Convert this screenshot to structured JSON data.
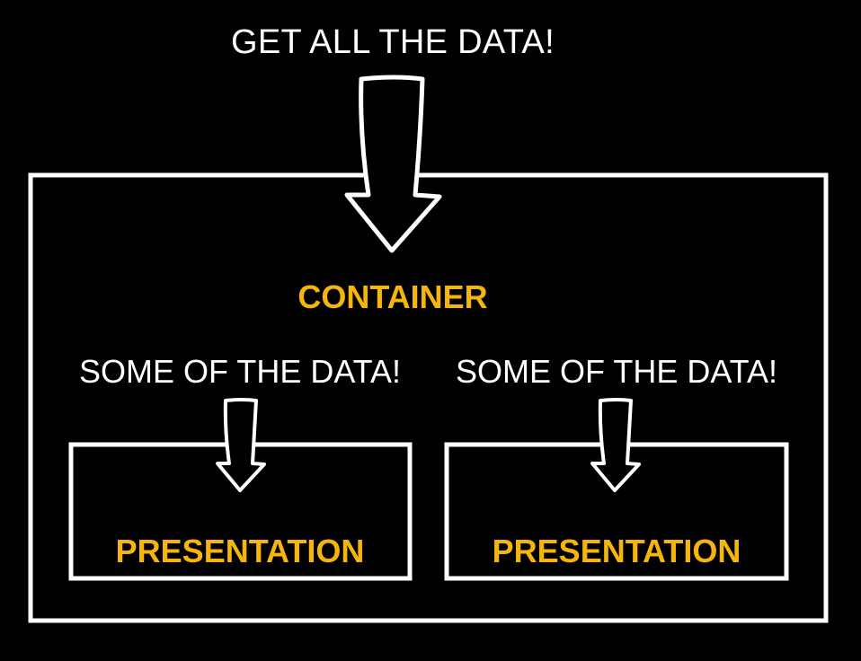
{
  "top_text": "GET ALL THE DATA!",
  "container": {
    "title": "CONTAINER"
  },
  "children": [
    {
      "data_text": "SOME OF THE DATA!",
      "title": "PRESENTATION"
    },
    {
      "data_text": "SOME OF THE DATA!",
      "title": "PRESENTATION"
    }
  ],
  "colors": {
    "background": "#000000",
    "line": "#ffffff",
    "accent": "#f5b50c",
    "text": "#ffffff"
  }
}
